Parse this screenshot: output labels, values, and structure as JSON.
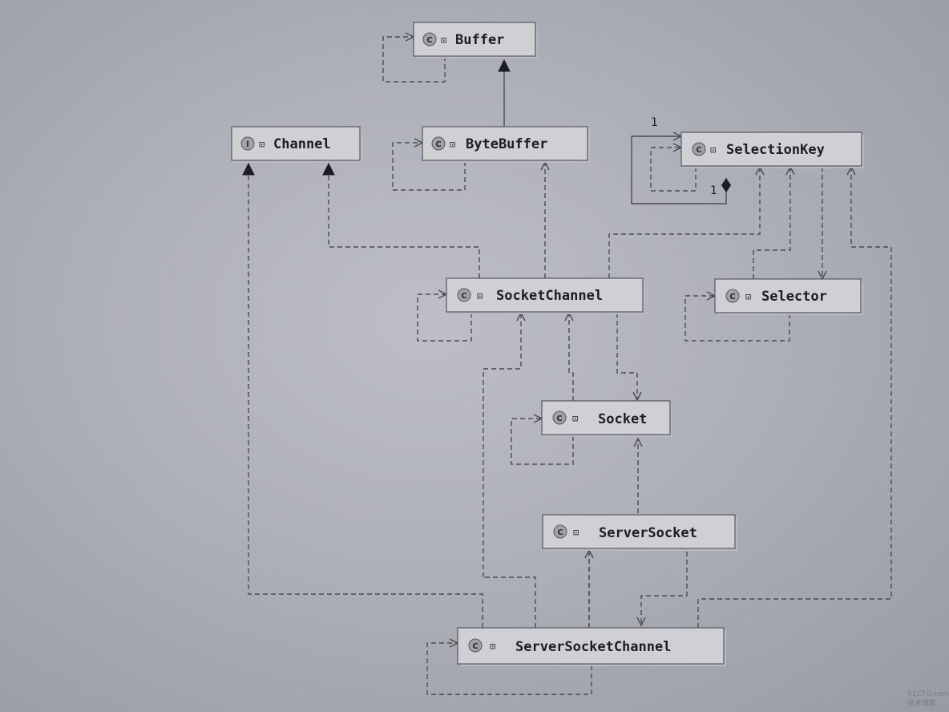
{
  "classes": [
    {
      "id": "buffer",
      "kind": "C",
      "name": "Buffer"
    },
    {
      "id": "channel",
      "kind": "I",
      "name": "Channel"
    },
    {
      "id": "bytebuffer",
      "kind": "C",
      "name": "ByteBuffer"
    },
    {
      "id": "selectionkey",
      "kind": "C",
      "name": "SelectionKey"
    },
    {
      "id": "socketchannel",
      "kind": "C",
      "name": "SocketChannel"
    },
    {
      "id": "selector",
      "kind": "C",
      "name": "Selector"
    },
    {
      "id": "socket",
      "kind": "C",
      "name": "Socket"
    },
    {
      "id": "serversocket",
      "kind": "C",
      "name": "ServerSocket"
    },
    {
      "id": "serversocketchannel",
      "kind": "C",
      "name": "ServerSocketChannel"
    }
  ],
  "multiplicities": {
    "selectionkey_top": "1",
    "selectionkey_bottom": "1"
  },
  "watermark": {
    "line1": "51CTO.com",
    "line2": "技术博客"
  }
}
